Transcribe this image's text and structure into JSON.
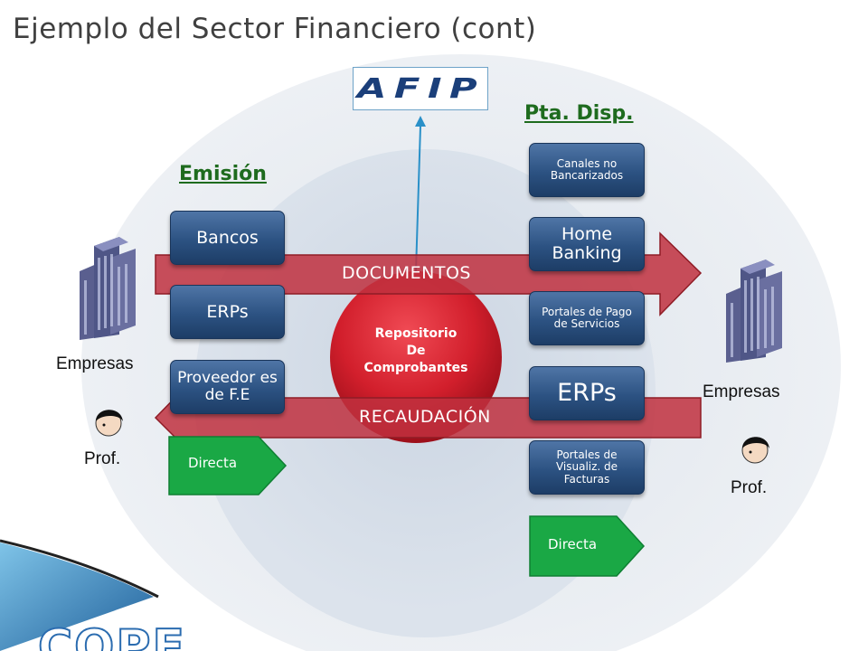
{
  "slide": {
    "title": "Ejemplo del Sector Financiero (cont)"
  },
  "logo": {
    "text": "AFIP"
  },
  "sections": {
    "emision": "Emisión",
    "pta_disp": "Pta. Disp."
  },
  "left_boxes": [
    "Bancos",
    "ERPs",
    "Proveedor es de F.E"
  ],
  "right_boxes": [
    "Canales no Bancarizados",
    "Home Banking",
    "Portales de Pago de Servicios",
    "ERPs",
    "Portales de Visualiz. de Facturas"
  ],
  "directa": {
    "left": "Directa",
    "right": "Directa"
  },
  "repository": {
    "line1": "Repositorio",
    "line2": "De",
    "line3": "Comprobantes"
  },
  "arrows": {
    "documentos": "DOCUMENTOS",
    "recaudacion": "RECAUDACIÓN"
  },
  "actors": {
    "left_empresas": "Empresas",
    "left_prof": "Prof.",
    "right_empresas": "Empresas",
    "right_prof": "Prof."
  },
  "footer": {
    "logo_text": "COPE"
  },
  "colors": {
    "box_blue": "#2c5282",
    "arrow_red": "#c0303e",
    "green": "#1aa845",
    "section_green": "#1e6b1e",
    "ellipse_outer": "#e6eaf0",
    "ellipse_inner": "#d3dbe6"
  }
}
